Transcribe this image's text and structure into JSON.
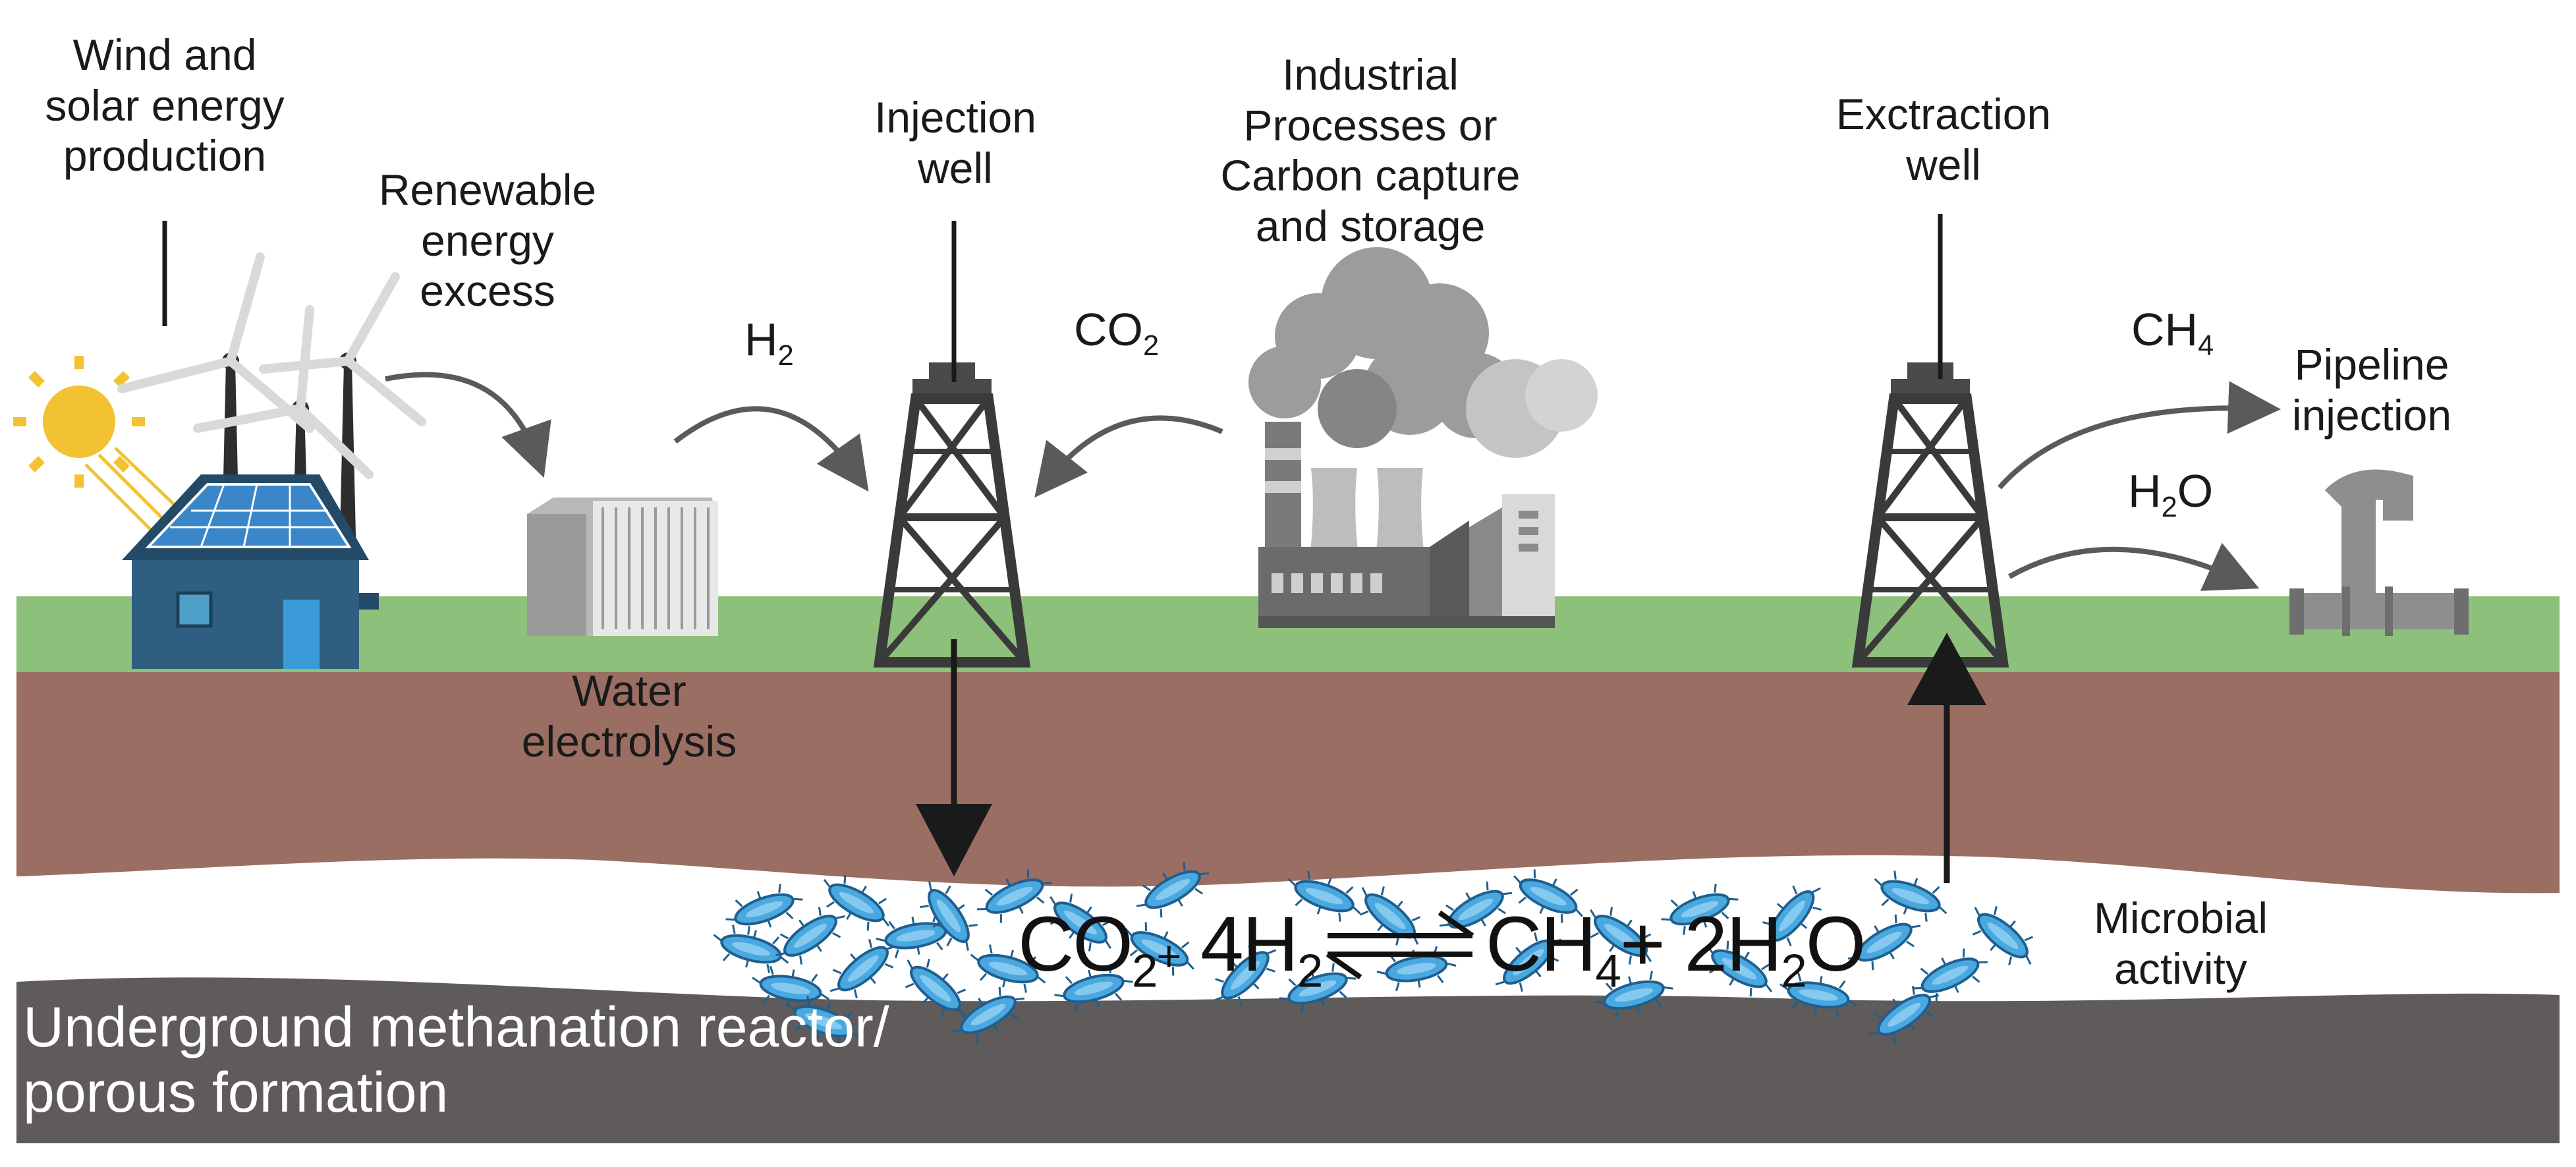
{
  "labels": {
    "wind_solar": [
      "Wind and",
      "solar energy",
      "production"
    ],
    "renewable_excess": [
      "Renewable",
      "energy",
      "excess"
    ],
    "injection_well": [
      "Injection",
      "well"
    ],
    "industrial": [
      "Industrial",
      "Processes or",
      "Carbon capture",
      "and storage"
    ],
    "extraction_well": [
      "Exctraction",
      "well"
    ],
    "pipeline": [
      "Pipeline",
      "injection"
    ],
    "electrolysis": [
      "Water",
      "electrolysis"
    ],
    "microbial": [
      "Microbial",
      "activity"
    ],
    "reactor": [
      "Underground methanation reactor/",
      "porous formation"
    ]
  },
  "chemicals": {
    "h2": {
      "base": "H",
      "sub": "2",
      "tail": ""
    },
    "co2": {
      "base": "CO",
      "sub": "2",
      "tail": ""
    },
    "ch4": {
      "base": "CH",
      "sub": "4",
      "tail": ""
    },
    "h2o": {
      "base": "H",
      "sub": "2",
      "tail": "O"
    }
  },
  "equation": {
    "left_a": "CO",
    "left_a_sub": "2",
    "plus1": "+",
    "left_b": "4H",
    "left_b_sub": "2",
    "right_a": "CH",
    "right_a_sub": "4",
    "plus2": "+",
    "right_b": "2H",
    "right_b_sub": "2",
    "right_b_tail": "O"
  },
  "colors": {
    "grass": "#8dc07a",
    "soil": "#9a6e62",
    "reservoir": "#ffffff",
    "rock": "#5f5b5a",
    "house": "#2f5f80",
    "panel": "#3a86c8",
    "sun": "#f2c232",
    "factory": "#8a8a8a",
    "smoke": "#9c9c9c",
    "microbe": "#4aa8e0",
    "arrow": "#5a5a5a",
    "well_arrow": "#1a1a1a"
  }
}
